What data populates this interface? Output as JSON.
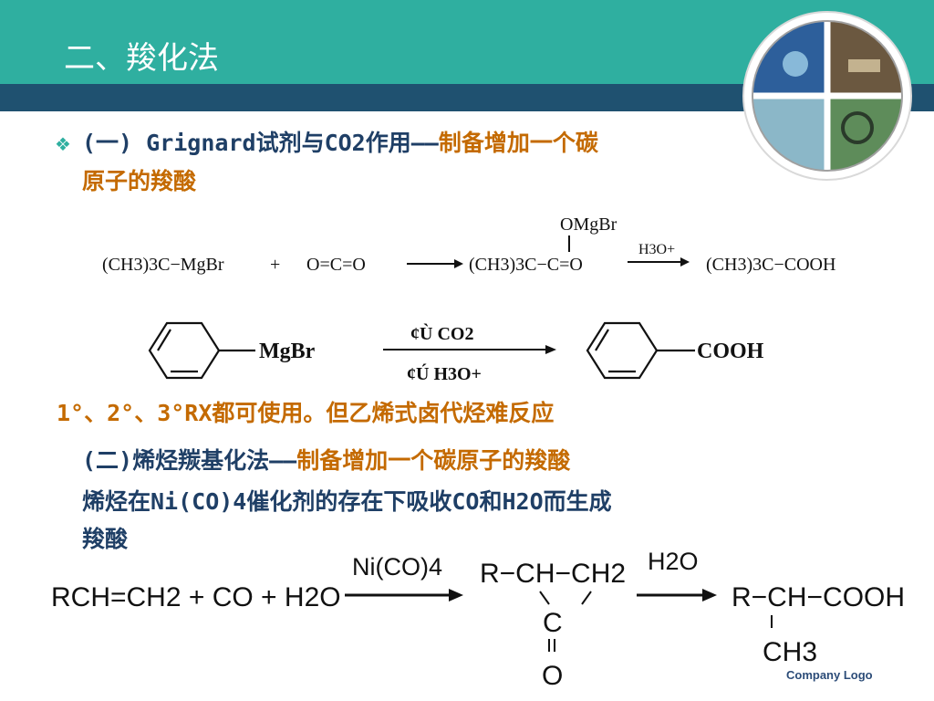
{
  "title": "二、羧化法",
  "bullet1": {
    "prefix": "(一) Grignard试剂与CO2作用——",
    "highlight": "制备增加一个碳",
    "line2": "原子的羧酸"
  },
  "eq1": {
    "reactant1": "(CH3)3C−MgBr",
    "plus": "+",
    "reactant2": "O=C=O",
    "intermediate_top": "OMgBr",
    "intermediate": "(CH3)3C−C=O",
    "reagent": "H3O+",
    "product": "(CH3)3C−COOH"
  },
  "eq2": {
    "reactant": "MgBr",
    "reagent_top": "¢Ù  CO2",
    "reagent_bottom": "¢Ú H3O+",
    "product": "COOH"
  },
  "note": "1°、2°、3°RX都可使用。但乙烯式卤代烃难反应",
  "section2": {
    "heading_prefix": "(二)烯烃羰基化法——",
    "heading_highlight": "制备增加一个碳原子的羧酸",
    "line1": "烯烃在Ni(CO)4催化剂的存在下吸收CO和H2O而生成",
    "line2": "羧酸"
  },
  "eq3": {
    "reactants": "RCH=CH2 + CO + H2O",
    "catalyst": "Ni(CO)4",
    "intermediate": "R−CH−CH2",
    "intermediate_c": "C",
    "intermediate_o": "O",
    "reagent": "H2O",
    "product": "R−CH−COOH",
    "product_sub": "CH3"
  },
  "footer": {
    "company_logo": "Company Logo"
  },
  "colors": {
    "teal": "#2FAFA0",
    "navy": "#1F5170",
    "text_blue": "#1F3F66",
    "highlight": "#C46A00"
  }
}
